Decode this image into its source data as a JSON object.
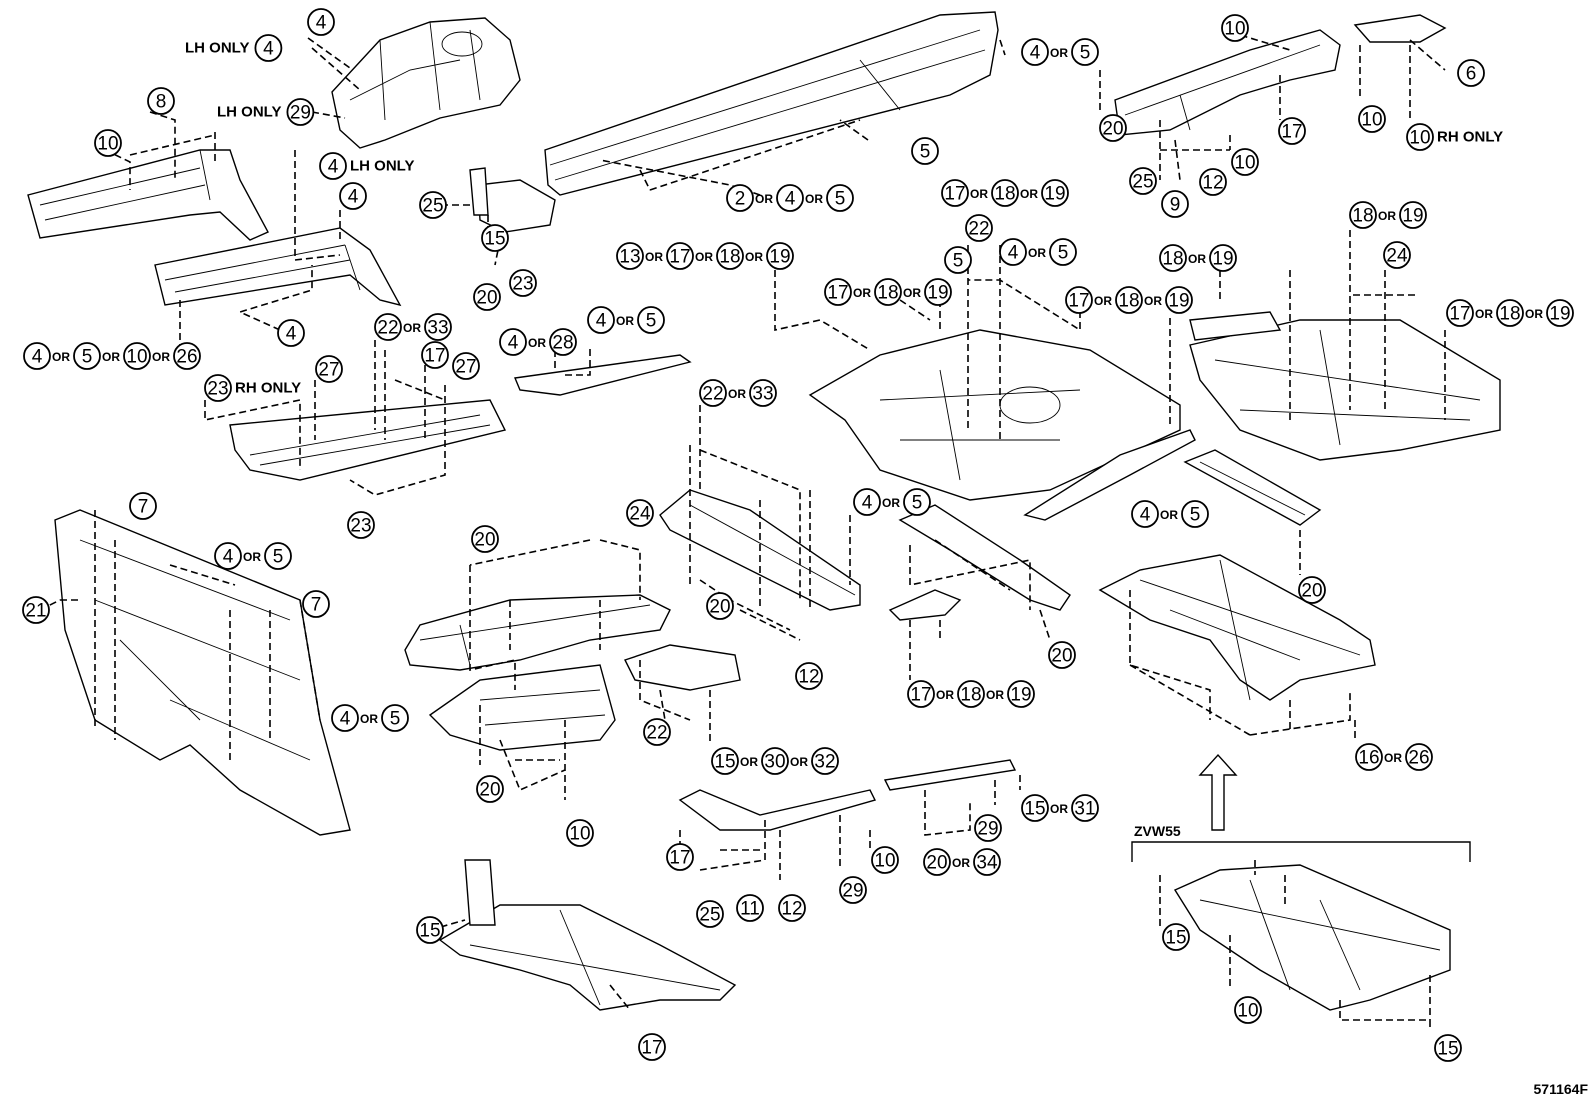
{
  "diagram": {
    "figure_code": "571164F",
    "model_note": "ZVW55",
    "or_word": "OR",
    "qualifiers": {
      "lh_only": "LH ONLY",
      "rh_only": "RH ONLY"
    },
    "callout_groups": [
      {
        "id": "g1",
        "items": [
          "4"
        ]
      },
      {
        "id": "g2",
        "prefix": "LH ONLY",
        "items": [
          "4"
        ]
      },
      {
        "id": "g3",
        "prefix": "LH ONLY",
        "items": [
          "29"
        ]
      },
      {
        "id": "g4",
        "items": [
          "8"
        ]
      },
      {
        "id": "g5",
        "items": [
          "10"
        ]
      },
      {
        "id": "g6",
        "items": [
          "4"
        ],
        "suffix": "LH ONLY"
      },
      {
        "id": "g7",
        "items": [
          "4"
        ]
      },
      {
        "id": "g8",
        "items": [
          "4"
        ]
      },
      {
        "id": "g9",
        "items": [
          "4",
          "5",
          "10",
          "26"
        ]
      },
      {
        "id": "g10",
        "items": [
          "25"
        ]
      },
      {
        "id": "g11",
        "items": [
          "15"
        ]
      },
      {
        "id": "g12",
        "items": [
          "20"
        ]
      },
      {
        "id": "g13",
        "items": [
          "23"
        ]
      },
      {
        "id": "g14",
        "items": [
          "4",
          "5"
        ]
      },
      {
        "id": "g15",
        "items": [
          "5"
        ]
      },
      {
        "id": "g16",
        "items": [
          "2",
          "4",
          "5"
        ]
      },
      {
        "id": "g17",
        "items": [
          "10"
        ]
      },
      {
        "id": "g18",
        "items": [
          "20"
        ]
      },
      {
        "id": "g19",
        "items": [
          "17"
        ]
      },
      {
        "id": "g20",
        "items": [
          "25"
        ]
      },
      {
        "id": "g21",
        "items": [
          "9"
        ]
      },
      {
        "id": "g22",
        "items": [
          "12"
        ]
      },
      {
        "id": "g23",
        "items": [
          "10"
        ]
      },
      {
        "id": "g24",
        "items": [
          "6"
        ]
      },
      {
        "id": "g25",
        "items": [
          "10"
        ]
      },
      {
        "id": "g26",
        "items": [
          "10"
        ],
        "suffix": "RH ONLY"
      },
      {
        "id": "g27",
        "items": [
          "17",
          "18",
          "19"
        ]
      },
      {
        "id": "g28",
        "items": [
          "22"
        ]
      },
      {
        "id": "g29",
        "items": [
          "13",
          "17",
          "18",
          "19"
        ]
      },
      {
        "id": "g30",
        "items": [
          "5"
        ]
      },
      {
        "id": "g31",
        "items": [
          "4",
          "5"
        ]
      },
      {
        "id": "g32",
        "items": [
          "17",
          "18",
          "19"
        ]
      },
      {
        "id": "g33",
        "items": [
          "18",
          "19"
        ]
      },
      {
        "id": "g34",
        "items": [
          "17",
          "18",
          "19"
        ]
      },
      {
        "id": "g35",
        "items": [
          "18",
          "19"
        ]
      },
      {
        "id": "g36",
        "items": [
          "24"
        ]
      },
      {
        "id": "g37",
        "items": [
          "17",
          "18",
          "19"
        ]
      },
      {
        "id": "g38",
        "items": [
          "4",
          "28"
        ]
      },
      {
        "id": "g39",
        "items": [
          "4",
          "5"
        ]
      },
      {
        "id": "g40",
        "items": [
          "22",
          "33"
        ]
      },
      {
        "id": "g41",
        "items": [
          "23"
        ],
        "suffix": "RH ONLY"
      },
      {
        "id": "g42",
        "items": [
          "27"
        ]
      },
      {
        "id": "g43",
        "items": [
          "17"
        ]
      },
      {
        "id": "g44",
        "items": [
          "27"
        ]
      },
      {
        "id": "g45",
        "items": [
          "23"
        ]
      },
      {
        "id": "g46",
        "items": [
          "22",
          "33"
        ]
      },
      {
        "id": "g47",
        "items": [
          "4",
          "5"
        ]
      },
      {
        "id": "g48",
        "items": [
          "4",
          "5"
        ]
      },
      {
        "id": "g49",
        "items": [
          "20"
        ]
      },
      {
        "id": "g50",
        "items": [
          "7"
        ]
      },
      {
        "id": "g51",
        "items": [
          "4",
          "5"
        ]
      },
      {
        "id": "g52",
        "items": [
          "21"
        ]
      },
      {
        "id": "g53",
        "items": [
          "7"
        ]
      },
      {
        "id": "g54",
        "items": [
          "4",
          "5"
        ]
      },
      {
        "id": "g55",
        "items": [
          "20"
        ]
      },
      {
        "id": "g56",
        "items": [
          "24"
        ]
      },
      {
        "id": "g57",
        "items": [
          "20"
        ]
      },
      {
        "id": "g58",
        "items": [
          "12"
        ]
      },
      {
        "id": "g59",
        "items": [
          "20"
        ]
      },
      {
        "id": "g60",
        "items": [
          "17",
          "18",
          "19"
        ]
      },
      {
        "id": "g61",
        "items": [
          "16",
          "26"
        ]
      },
      {
        "id": "g62",
        "items": [
          "20"
        ]
      },
      {
        "id": "g63",
        "items": [
          "22"
        ]
      },
      {
        "id": "g64",
        "items": [
          "10"
        ]
      },
      {
        "id": "g65",
        "items": [
          "15",
          "30",
          "32"
        ]
      },
      {
        "id": "g66",
        "items": [
          "29"
        ]
      },
      {
        "id": "g67",
        "items": [
          "15",
          "31"
        ]
      },
      {
        "id": "g68",
        "items": [
          "20",
          "34"
        ]
      },
      {
        "id": "g69",
        "items": [
          "17"
        ]
      },
      {
        "id": "g70",
        "items": [
          "10"
        ]
      },
      {
        "id": "g71",
        "items": [
          "25"
        ]
      },
      {
        "id": "g72",
        "items": [
          "11"
        ]
      },
      {
        "id": "g73",
        "items": [
          "12"
        ]
      },
      {
        "id": "g74",
        "items": [
          "29"
        ]
      },
      {
        "id": "g75",
        "items": [
          "15"
        ]
      },
      {
        "id": "g76",
        "items": [
          "17"
        ]
      },
      {
        "id": "g77",
        "items": [
          "15"
        ]
      },
      {
        "id": "g78",
        "items": [
          "10"
        ]
      },
      {
        "id": "g79",
        "items": [
          "15"
        ]
      }
    ]
  }
}
